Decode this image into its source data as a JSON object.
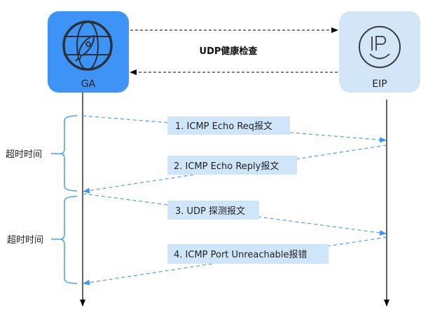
{
  "nodes": {
    "ga": {
      "label": "GA",
      "icon": "globe-rocket-icon",
      "color": "#3d94f6"
    },
    "eip": {
      "label": "EIP",
      "icon": "ip-smile-icon",
      "color": "#d3e6f8"
    }
  },
  "health_check": {
    "label": "UDP健康检查"
  },
  "timeouts": [
    {
      "label": "超时时间"
    },
    {
      "label": "超时时间"
    }
  ],
  "messages": [
    {
      "label": "1. ICMP Echo Req报文",
      "direction": "GA→EIP"
    },
    {
      "label": "2. ICMP Echo Reply报文",
      "direction": "EIP→GA"
    },
    {
      "label": "3. UDP 探测报文",
      "direction": "GA→EIP"
    },
    {
      "label": "4. ICMP Port Unreachable报错",
      "direction": "EIP→GA"
    }
  ],
  "colors": {
    "message_arrow": "#4a9ef0",
    "message_label_bg": "#cfe5fa",
    "brace": "#4a9ef0",
    "lifeline": "#000000"
  }
}
